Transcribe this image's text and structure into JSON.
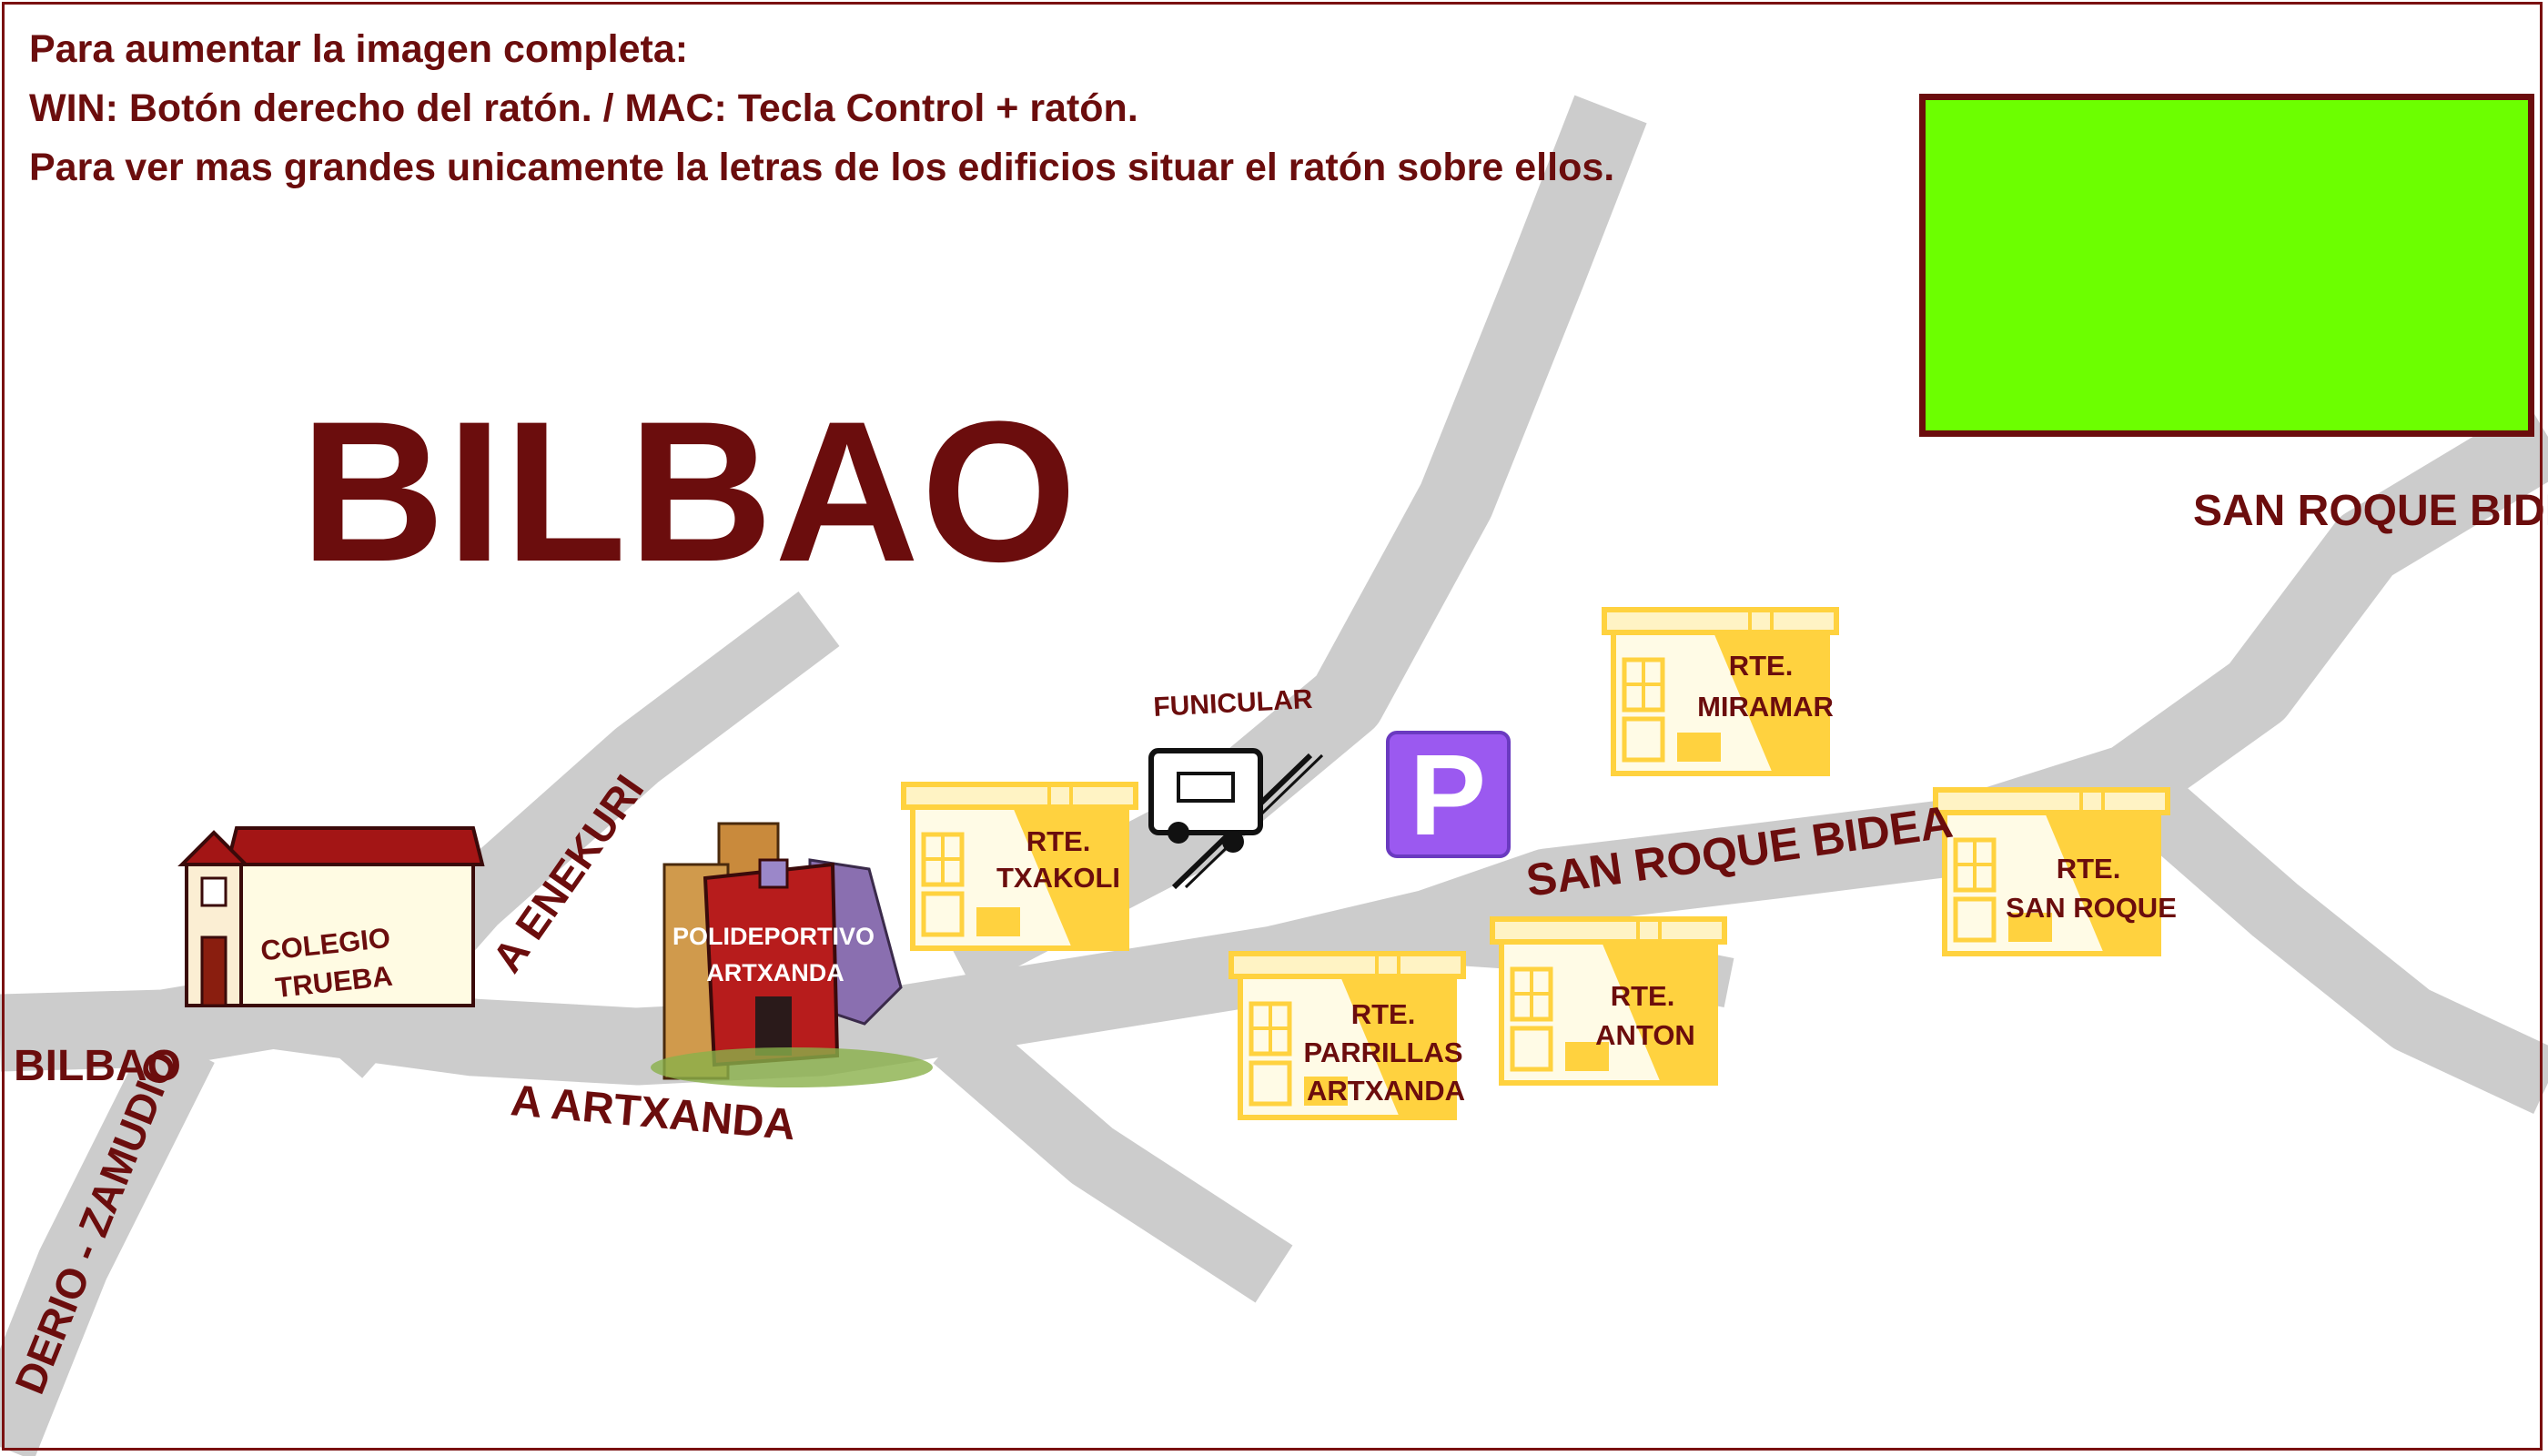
{
  "instructions": [
    "Para aumentar la imagen completa:",
    "WIN: Botón derecho del ratón.  /  MAC: Tecla Control + ratón.",
    "Para ver mas grandes unicamente la letras de los edificios situar el ratón sobre ellos."
  ],
  "title": "BILBAO",
  "roads": {
    "bilbao": "BILBAO",
    "derio": "DERIO - ZAMUDIO",
    "enekuri": "A ENEKURI",
    "artxanda": "A ARTXANDA",
    "san_roque_main": "SAN ROQUE BIDEA",
    "san_roque_top": "SAN ROQUE BIDEA"
  },
  "buildings": {
    "colegio": [
      "COLEGIO",
      "TRUEBA"
    ],
    "polideportivo": [
      "POLIDEPORTIVO",
      "ARTXANDA"
    ],
    "txakoli": [
      "RTE.",
      "TXAKOLI"
    ],
    "parrillas": [
      "RTE.",
      "PARRILLAS",
      "ARTXANDA"
    ],
    "anton": [
      "RTE.",
      "ANTON"
    ],
    "miramar": [
      "RTE.",
      "MIRAMAR"
    ],
    "sanroque": [
      "RTE.",
      "SAN ROQUE"
    ]
  },
  "funicular": "FUNICULAR",
  "parking": "P",
  "colors": {
    "text": "#6b0d0d",
    "road": "#cccccc",
    "building_yellow": "#ffd23f",
    "parking_bg": "#9b59f0",
    "green_box": "#6cff00"
  },
  "icons": [
    "funicular-icon",
    "parking-icon",
    "school-building-icon",
    "sports-center-icon",
    "restaurant-building-icon"
  ]
}
